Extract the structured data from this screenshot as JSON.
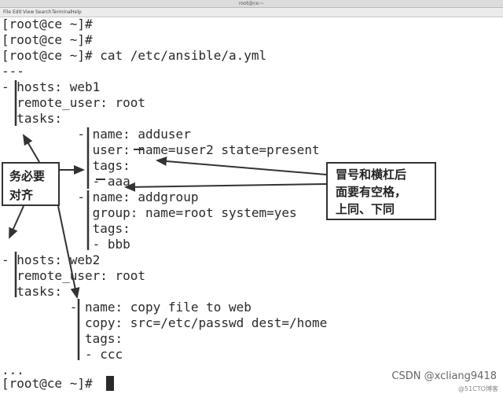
{
  "window": {
    "title": "root@ce:~",
    "menu": [
      "File",
      "Edit",
      "View",
      "Search",
      "Terminal",
      "Help"
    ]
  },
  "terminal": {
    "lines": [
      "[root@ce ~]#",
      "[root@ce ~]#",
      "[root@ce ~]# cat /etc/ansible/a.yml",
      "---",
      "- hosts: web1",
      "  remote_user: root",
      "  tasks:",
      "          - name: adduser",
      "            user: name=user2 state=present",
      "            tags:",
      "            - aaa",
      "          - name: addgroup",
      "            group: name=root system=yes",
      "            tags:",
      "            - bbb",
      "- hosts: web2",
      "  remote_user: root",
      "  tasks:",
      "         - name: copy file to web",
      "           copy: src=/etc/passwd dest=/home",
      "           tags:",
      "           - ccc",
      "...",
      "[root@ce ~]# "
    ]
  },
  "annotations": {
    "left_callout": [
      "务必要",
      "对齐"
    ],
    "right_callout": [
      "冒号和横杠后",
      "面要有空格，",
      "上同、下同"
    ]
  },
  "watermark": {
    "primary": "CSDN @xcliang9418",
    "secondary": "@51CTO博客"
  },
  "colors": {
    "text": "#2a2a2a",
    "background": "#ffffff",
    "annotation_line": "#333333"
  }
}
